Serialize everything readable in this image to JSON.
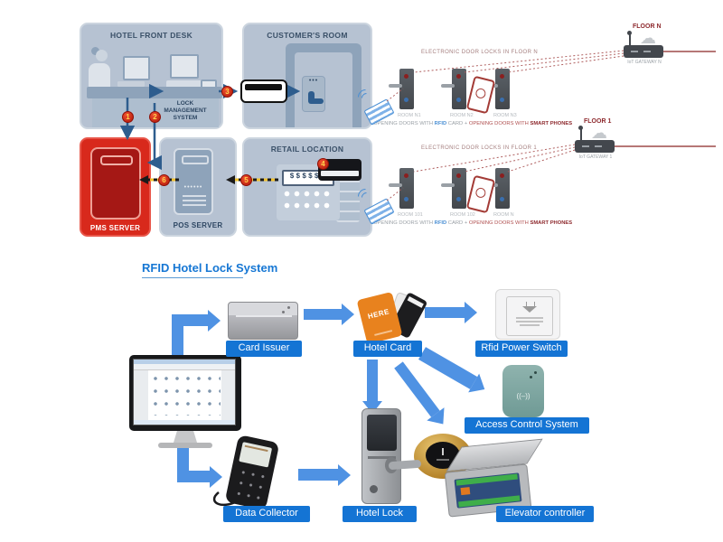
{
  "colors": {
    "accent_blue": "#1474d4",
    "arrow_blue": "#4f92e3",
    "pms_red": "#d8291c",
    "panel_blue_gray": "#b6c2d2",
    "floor_red": "#8e2a2e",
    "rfid_blue": "#4a8fd4"
  },
  "top_left": {
    "front_desk_title": "HOTEL FRONT DESK",
    "lock_mgmt": "LOCK MANAGEMENT SYSTEM",
    "customers_room_title": "CUSTOMER'S ROOM",
    "pms_label": "PMS SERVER",
    "pos_label": "POS SERVER",
    "retail_title": "RETAIL LOCATION",
    "register_display": "$$$$$$",
    "badges": [
      "1",
      "2",
      "3",
      "4",
      "5",
      "6"
    ]
  },
  "caption": {
    "p1": "OPENING DOORS WITH ",
    "rfid": "RFID",
    "p2": " CARD + ",
    "p3": "OPENING DOORS WITH ",
    "smart": "SMART PHONES"
  },
  "floors": [
    {
      "name": "FLOOR N",
      "gateway_label": "IoT GATEWAY N",
      "locks_line": "ELECTRONIC DOOR LOCKS IN FLOOR N",
      "rooms": [
        "ROOM N1",
        "ROOM N2",
        "ROOM N3"
      ]
    },
    {
      "name": "FLOOR 1",
      "gateway_label": "IoT GATEWAY 1",
      "locks_line": "ELECTRONIC DOOR LOCKS IN FLOOR 1",
      "rooms": [
        "ROOM 101",
        "ROOM 102",
        "ROOM N"
      ]
    }
  ],
  "bottom": {
    "title": "RFID Hotel Lock System",
    "card_text": "HERE",
    "labels": {
      "card_issuer": "Card Issuer",
      "hotel_card": "Hotel Card",
      "rfid_power_switch": "Rfid Power Switch",
      "access_control": "Access Control System",
      "data_collector": "Data Collector",
      "hotel_lock": "Hotel Lock",
      "elevator_controller": "Elevator controller"
    }
  }
}
